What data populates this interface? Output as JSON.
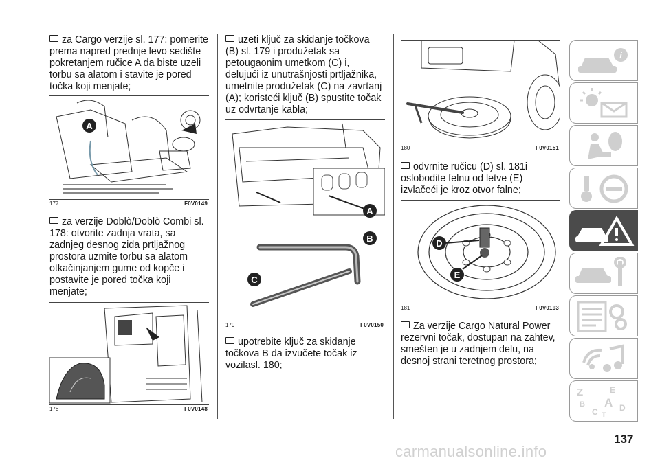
{
  "page_number": "137",
  "watermark": "carmanualsonline.info",
  "columns": [
    {
      "blocks": [
        {
          "type": "text",
          "bullet": true,
          "text": "za Cargo verzije sl. 177: pomerite prema napred prednje levo sedište pokretanjem ručice A da biste uzeli torbu sa alatom i stavite je pored točka koji menjate;"
        },
        {
          "type": "figure",
          "number": "177",
          "code": "F0V0149",
          "labels": [
            "A"
          ]
        },
        {
          "type": "text",
          "bullet": true,
          "text": "za verzije Doblò/Doblò Combi sl. 178: otvorite zadnja vrata, sa zadnjeg desnog zida prtljažnog prostora uzmite torbu sa alatom otkačinjanjem gume od kopče i postavite je pored točka koji menjate;"
        },
        {
          "type": "figure",
          "number": "178",
          "code": "F0V0148",
          "labels": []
        }
      ]
    },
    {
      "blocks": [
        {
          "type": "text",
          "bullet": true,
          "text": "uzeti ključ za skidanje točkova (B) sl. 179 i produžetak sa petougaonim umetkom (C) i, delujući iz unutrašnjosti prtljažnika, umetnite produžetak (C) na zavrtanj (A); koristeći ključ (B) spustite točak uz odvrtanje kabla;"
        },
        {
          "type": "figure",
          "number": "179",
          "code": "F0V0150",
          "labels": [
            "A",
            "B",
            "C"
          ]
        },
        {
          "type": "text",
          "bullet": true,
          "text": "upotrebite ključ za skidanje točkova B da izvučete točak iz vozilasl. 180;"
        }
      ]
    },
    {
      "blocks": [
        {
          "type": "figure",
          "number": "180",
          "code": "F0V0151",
          "labels": []
        },
        {
          "type": "text",
          "bullet": true,
          "text": "odvrnite ručicu (D) sl. 181i oslobodite felnu od letve (E) izvlačeći je kroz otvor falne;"
        },
        {
          "type": "figure",
          "number": "181",
          "code": "F0V0193",
          "labels": [
            "D",
            "E"
          ]
        },
        {
          "type": "text",
          "bullet": true,
          "text": "Za verzije Cargo Natural Power rezervni točak, dostupan na zahtev, smešten je u zadnjem delu, na desnoj strani teretnog prostora;"
        }
      ]
    }
  ],
  "sidebar": {
    "tabs": [
      {
        "icon": "car-info-icon",
        "active": false
      },
      {
        "icon": "warning-lights-icon",
        "active": false
      },
      {
        "icon": "airbag-safety-icon",
        "active": false
      },
      {
        "icon": "key-steering-icon",
        "active": false
      },
      {
        "icon": "breakdown-triangle-icon",
        "active": true
      },
      {
        "icon": "car-maintenance-icon",
        "active": false
      },
      {
        "icon": "technical-data-icon",
        "active": false
      },
      {
        "icon": "multimedia-icon",
        "active": false
      },
      {
        "icon": "alphabetical-index-icon",
        "active": false
      }
    ],
    "index_letters": [
      "Z",
      "E",
      "B",
      "A",
      "C",
      "D",
      "T"
    ]
  }
}
